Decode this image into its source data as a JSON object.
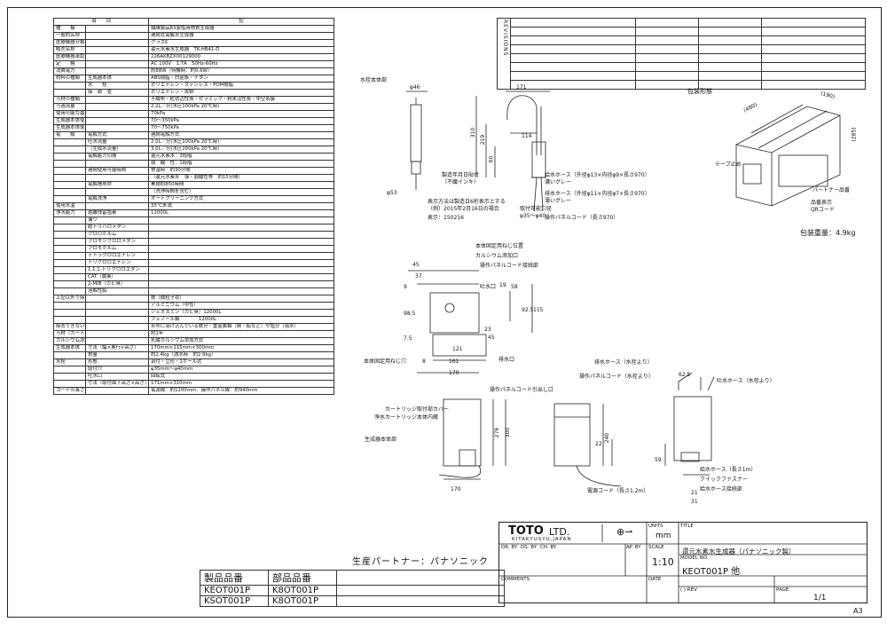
{
  "spec_table": {
    "header": [
      "項　　目",
      "記"
    ],
    "rows": [
      [
        "種　　類",
        "",
        "繊維製品83製塩用物質生成器"
      ],
      [
        "一般的名称",
        "",
        "連続式電解水生成器"
      ],
      [
        "医療機器分類",
        "",
        "クラスⅡ"
      ],
      [
        "販売名称",
        "",
        "還元水素水生成器　TK-HB41-D"
      ],
      [
        "医療機器承認番号",
        "",
        "226AKBZX00129000"
      ],
      [
        "定　　格",
        "",
        "AC 100V　1.7A　50Hz-60Hz"
      ],
      [
        "消費電力",
        "",
        "約88W（待機時：約0.6W）"
      ],
      [
        "材料の種類",
        "生成器本体",
        "ABS樹脂・白金族・チタン"
      ],
      [
        "",
        "水　　栓",
        "ポリエチレン・ステンレス・POM樹脂"
      ],
      [
        "",
        "接　続　管",
        "ポリエチレン・黄銅"
      ],
      [
        "ろ材の種類",
        "",
        "不織布・粒状活性炭・セラミック・粉末活性炭・中空糸膜"
      ],
      [
        "ろ過流量",
        "",
        "2.2L／分(水圧100kPa 20℃時)"
      ],
      [
        "使用可能な最小動水圧",
        "",
        "70kPa"
      ],
      [
        "生成器本体使用可能水圧（動水圧）",
        "",
        "70〜350kPa"
      ],
      [
        "生成器本体使用可能水圧（静水圧）",
        "",
        "70〜750kPa"
      ],
      [
        "電　　解",
        "電解方式",
        "連続電解方式"
      ],
      [
        "",
        "吐水流量",
        "2.0L／分(水圧100kPa 20℃時)"
      ],
      [
        "",
        "（生成水流量）",
        "3.0L／分(水圧200kPa 20℃時)"
      ],
      [
        "",
        "電解能力切換",
        "還元水素水：3段階"
      ],
      [
        "",
        "",
        "弱　酸　性：1段階"
      ],
      [
        "",
        "連続使用可能時間",
        "常温時　約30分間"
      ],
      [
        "",
        "",
        "（還元水素水　強・弱酸性等　約15分間）"
      ],
      [
        "",
        "電解槽寿命",
        "累積約850時間"
      ],
      [
        "",
        "",
        "（洗浄時間を含む）"
      ],
      [
        "",
        "電解洗浄",
        "オートクリーニング方式"
      ],
      [
        "使用水温",
        "",
        "35℃未満"
      ],
      [
        "浄水能力",
        "遊離残留塩素",
        "12000L"
      ],
      [
        "",
        "濁り",
        ""
      ],
      [
        "",
        "総トリハロメタン",
        ""
      ],
      [
        "",
        "クロロホルム",
        ""
      ],
      [
        "",
        "ブロモジクロロメタン",
        ""
      ],
      [
        "",
        "ブロモホルム",
        ""
      ],
      [
        "",
        "テトラクロロエチレン",
        ""
      ],
      [
        "",
        "トリクロロエチレン",
        ""
      ],
      [
        "",
        "1,1,1-トリクロロエタン",
        ""
      ],
      [
        "",
        "CAT（農薬）",
        ""
      ],
      [
        "",
        "2-MIB（カビ臭）",
        ""
      ],
      [
        "",
        "溶解性鉛",
        ""
      ],
      [
        "上記以外で除去できる物質",
        "",
        "鉄（微粒子状）"
      ],
      [
        "",
        "",
        "アルミニウム（中性）"
      ],
      [
        "",
        "",
        "ジェオスミン（カビ臭）12000L"
      ],
      [
        "",
        "",
        "フェノール類　　　　12000L"
      ],
      [
        "除去できない物質",
        "",
        "水中に溶け込んでいる鉄分・重金属類（銅・鉛など）や塩分（海水）"
      ],
      [
        "ろ材（カートリッジ）の取替時期目安",
        "",
        "約1年"
      ],
      [
        "カルシウム添加",
        "",
        "乳酸カルシウム添加方式"
      ],
      [
        "生成器本体",
        "寸法（幅×奥行×高さ）",
        "170mm×115mm×300mm"
      ],
      [
        "",
        "質量",
        "約2.4kg（満水時　約2.9kg）"
      ],
      [
        "水栓",
        "形態",
        "台付・立形・1ホール式"
      ],
      [
        "",
        "取付穴",
        "φ35mm〜φ40mm"
      ],
      [
        "",
        "吐水口",
        "回転式"
      ],
      [
        "",
        "寸法（取付面下高さ×高さ）",
        "171mm×310mm"
      ],
      [
        "コードの長さ",
        "",
        "電源線：約1200mm、操作パネル線：約940mm"
      ]
    ]
  },
  "revisions_label": "REVISIONS",
  "drawing_labels": {
    "faucet": "水栓本体部",
    "packing": "包装形態",
    "mount": "本体固定用ねじ穴",
    "generator": "生成器本体部",
    "tape": "テープ止め",
    "partner_label": "パートナー品番",
    "part_display": "品番表示",
    "qr": "QRコード",
    "weight": "包装重量：4.9kg",
    "date_label": "製造年月日貼付",
    "nonwoven": "（不織インキ）",
    "display_method": "表示方法は製造日6桁表示とする",
    "example": "（例）2015年2月16日の場合",
    "display": "表示：150216",
    "hole_size": "取付可能穴径",
    "hole_range": "φ35〜φ40",
    "hose1": "給水ホース（外径φ13×内径φ9×長さ970）",
    "hose1c": "濃いグレー",
    "hose2": "排水ホース（外径φ11×内径φ7×長さ970）",
    "hose2c": "薄いグレー",
    "panel_cord": "操作パネルコード（長さ970）",
    "screw_pos": "本体固定用ねじ位置",
    "calcium": "カルシウム添加口",
    "panel_conn": "操作パネルコード接続部",
    "outlet": "吐水口",
    "drain": "排水口",
    "panel_out": "操作パネルコード引出し口",
    "cart_cover": "カートリッジ取付部カバー",
    "cart_inner": "浄水カートリッジ本体内蔵",
    "drain_hose": "排水ホース（水栓より）",
    "panel_cord2": "操作パネルコード（水栓より）",
    "spout_hose": "吐水ホース（水栓より）",
    "supply_hose": "給水ホース（長さ1m）",
    "quick": "クイックファスナー",
    "supply_conn": "給水ホース接続部",
    "power": "電源コード（長さ1.2m）"
  },
  "dims": {
    "d46": "φ46",
    "d171": "171",
    "d310": "310",
    "d219": "219",
    "d114": "114",
    "d60": "60",
    "d53": "φ53",
    "p480": "(480)",
    "p190": "(190)",
    "p285": "(285)",
    "t45": "45",
    "t37": "37",
    "t9": "9",
    "t19": "19",
    "t58": "58",
    "t925": "92.5",
    "t115": "115",
    "t985": "98.5",
    "t23": "23",
    "t45b": "45",
    "t75": "7.5",
    "t121": "121",
    "t8": "8",
    "t161": "161",
    "t170": "170",
    "g276": "276",
    "g300": "300",
    "g170": "170",
    "s22": "22",
    "s240": "240",
    "r625": "62.5",
    "r59": "59",
    "r21": "21",
    "r31": "31"
  },
  "partner_text": "生産パートナー：パナソニック",
  "parts": {
    "h1": "製品品番",
    "h2": "部品品番",
    "r1a": "KEOT001P",
    "r1b": "K8OT001P",
    "r2a": "KSOT001P",
    "r2b": "K8OT001P"
  },
  "title_block": {
    "logo": "TOTO",
    "logo_ltd": "LTD.",
    "city": "KITAKYUSYU,JAPAN",
    "units_label": "UNITS",
    "units": "mm",
    "title_label": "TITLE",
    "title": "還元水素水生成器（パナソニック製）",
    "dr_label": "DR. BY",
    "ds_label": "DS. BY",
    "ch_label": "CH. BY",
    "ap_label": "AP. BY",
    "scale_label": "SCALE",
    "scale": "1:10",
    "model_label": "MODEL NO.",
    "model": "KEOT001P 他",
    "comments_label": "COMMENTS",
    "date_label": "DATE",
    "rev_label": "( ) REV",
    "page_label": "PAGE",
    "page": "1/1"
  },
  "sheet_size": "A3"
}
